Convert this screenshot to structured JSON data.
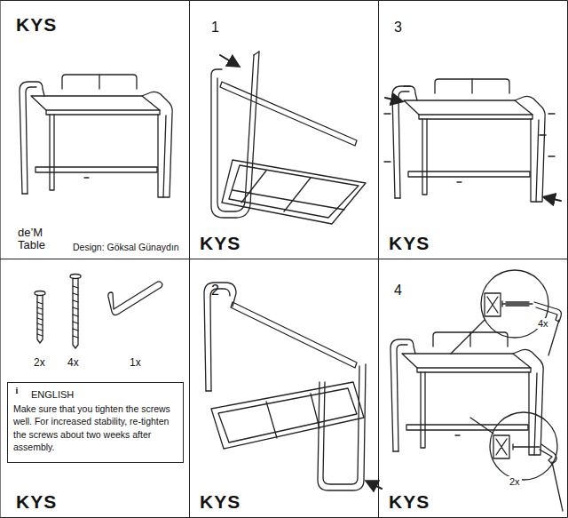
{
  "diagram": {
    "nodes": [
      {
        "text": [
          "ENGLISH",
          "Make sure that you tighten the screws well. For increased stability, re-tighten the screws about two weeks after assembly."
        ]
      }
    ],
    "labels": [
      "KYS",
      "1",
      "3",
      "de’M Table",
      "Design: Göksal Günaydın",
      "KYS",
      "KYS",
      "2x",
      "4x",
      "1x",
      "i",
      "2",
      "4",
      "4x",
      "2x",
      "KYS",
      "KYS",
      "KYS"
    ]
  }
}
